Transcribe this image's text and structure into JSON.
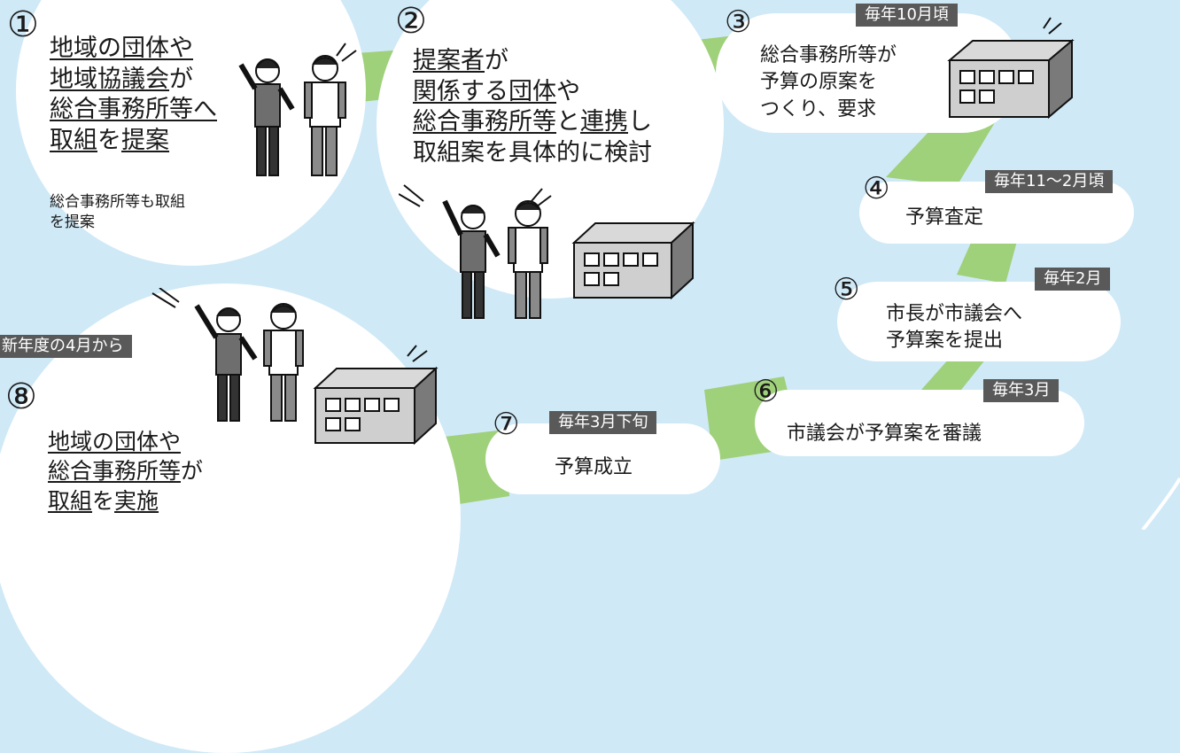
{
  "colors": {
    "background": "#cfe9f7",
    "path": "#9fd07a",
    "card": "#ffffff",
    "badge": "#595959"
  },
  "steps": [
    {
      "num": "①",
      "lines": [
        [
          {
            "t": "地域の団体や",
            "u": true
          }
        ],
        [
          {
            "t": "地域協議会",
            "u": true
          },
          {
            "t": "が",
            "u": false
          }
        ],
        [
          {
            "t": "総合事務所等へ",
            "u": true
          }
        ],
        [
          {
            "t": "取組",
            "u": true
          },
          {
            "t": "を",
            "u": false
          },
          {
            "t": "提案",
            "u": true
          }
        ]
      ],
      "note": [
        "総合事務所等も取組",
        "を提案"
      ]
    },
    {
      "num": "②",
      "lines": [
        [
          {
            "t": "提案者",
            "u": true
          },
          {
            "t": "が",
            "u": false
          }
        ],
        [
          {
            "t": "関係する団体",
            "u": true
          },
          {
            "t": "や",
            "u": false
          }
        ],
        [
          {
            "t": "総合事務所等",
            "u": true
          },
          {
            "t": "と",
            "u": false
          },
          {
            "t": "連携",
            "u": true
          },
          {
            "t": "し",
            "u": false
          }
        ],
        [
          {
            "t": "取組案を具体的に検討",
            "u": false
          }
        ]
      ]
    },
    {
      "num": "③",
      "badge": "毎年10月頃",
      "text": [
        "総合事務所等が",
        "予算の原案を",
        "つくり、要求"
      ]
    },
    {
      "num": "④",
      "badge": "毎年11～2月頃",
      "text": [
        "予算査定"
      ]
    },
    {
      "num": "⑤",
      "badge": "毎年2月",
      "text": [
        "市長が市議会へ",
        "予算案を提出"
      ]
    },
    {
      "num": "⑥",
      "badge": "毎年3月",
      "text": [
        "市議会が予算案を審議"
      ]
    },
    {
      "num": "⑦",
      "badge": "毎年3月下旬",
      "text": [
        "予算成立"
      ]
    },
    {
      "num": "⑧",
      "badge": "新年度の4月から",
      "lines": [
        [
          {
            "t": "地域の団体や",
            "u": true
          }
        ],
        [
          {
            "t": "総合事務所等",
            "u": true
          },
          {
            "t": "が",
            "u": false
          }
        ],
        [
          {
            "t": "取組",
            "u": true
          },
          {
            "t": "を",
            "u": false
          },
          {
            "t": "実施",
            "u": true
          }
        ]
      ]
    }
  ],
  "icons": {
    "people": "two-people-cheering-icon",
    "building": "office-building-icon"
  }
}
